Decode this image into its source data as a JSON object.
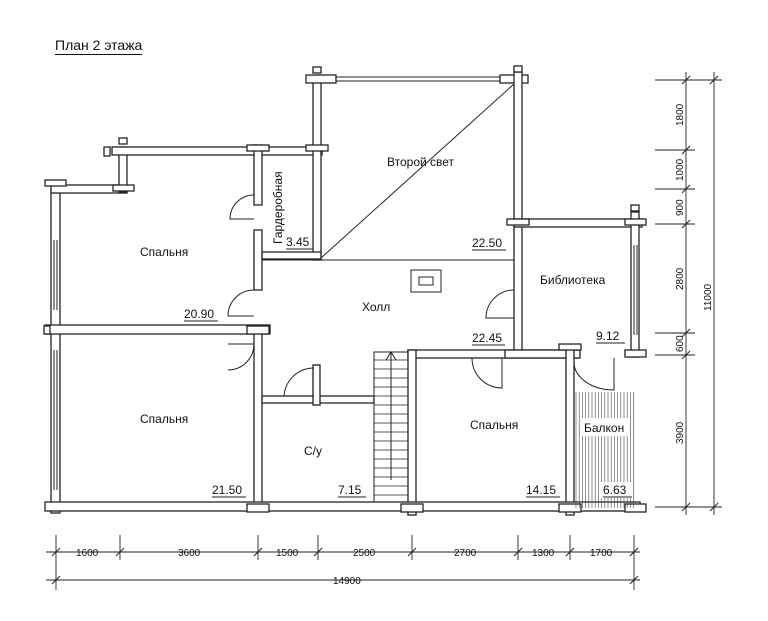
{
  "title": "План 2 этажа",
  "rooms": [
    {
      "name": "Спальня",
      "area": "20.90"
    },
    {
      "name": "Второй свет",
      "area": "22.50"
    },
    {
      "name": "Гардеробная",
      "area": "3.45"
    },
    {
      "name": "Холл",
      "area": "22.45"
    },
    {
      "name": "Библиотека",
      "area": "9.12"
    },
    {
      "name": "Спальня",
      "area": "21.50"
    },
    {
      "name": "С/у",
      "area": "7.15"
    },
    {
      "name": "Спальня",
      "area": "14.15"
    },
    {
      "name": "Балкон",
      "area": "6.63"
    }
  ],
  "dims_bottom": [
    "1600",
    "3600",
    "1500",
    "2500",
    "2700",
    "1300",
    "1700"
  ],
  "dim_total_bottom": "14900",
  "dims_right": [
    "1800",
    "1000",
    "900",
    "2800",
    "600",
    "3900"
  ],
  "dim_total_right": "11000"
}
